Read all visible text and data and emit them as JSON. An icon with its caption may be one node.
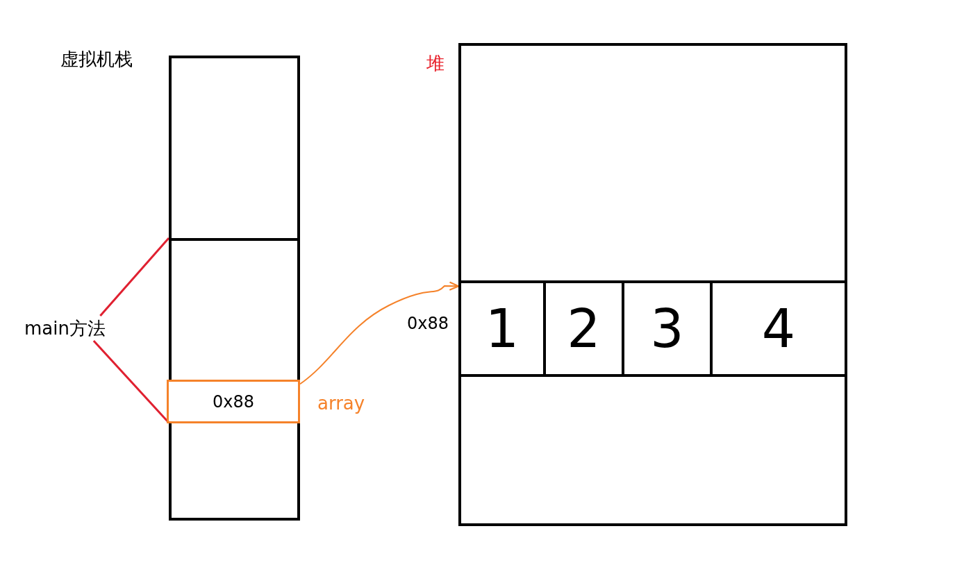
{
  "diagram": {
    "nodes": [
      {
        "text": [
          "虚拟机栈"
        ]
      },
      {
        "text": [],
        "shape": "box",
        "in": 0
      },
      {
        "text": [
          "0x88"
        ],
        "in": 1,
        "beside": [
          "array"
        ]
      },
      {
        "text": [
          "main方法"
        ]
      },
      {
        "text": [
          "堆"
        ]
      },
      {
        "text": [],
        "shape": "box",
        "in": 4,
        "beside": [
          "0x88"
        ]
      },
      {
        "text": [
          "1"
        ],
        "in": 5
      },
      {
        "text": [
          "2"
        ],
        "in": 5
      },
      {
        "text": [
          "3"
        ],
        "in": 5
      },
      {
        "text": [
          "4"
        ],
        "in": 5
      }
    ],
    "edges": [
      {
        "from": 3,
        "to": 1,
        "arrow": "none",
        "color": "#e02030"
      },
      {
        "from": 3,
        "to": 1,
        "arrow": "none",
        "color": "#e02030"
      },
      {
        "from": 2,
        "to": 5,
        "arrow": "to",
        "color": "#f5822a"
      }
    ]
  }
}
